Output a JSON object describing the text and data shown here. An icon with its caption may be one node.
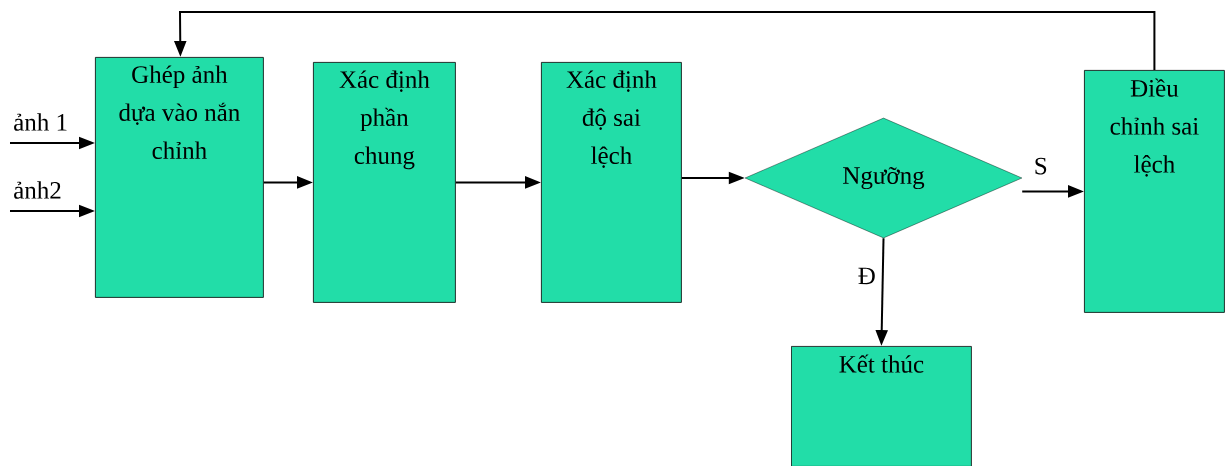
{
  "diagram": {
    "nodes": [
      {
        "text": [
          "ảnh 1"
        ]
      },
      {
        "text": [
          "ảnh2"
        ]
      },
      {
        "text": [
          "Ghép ảnh dựa vào nắn chỉnh"
        ]
      },
      {
        "text": [
          "Xác định phần chung"
        ]
      },
      {
        "text": [
          "Xác định độ sai lệch"
        ]
      },
      {
        "text": [
          "Ngưỡng"
        ]
      },
      {
        "text": [
          "Điều chỉnh sai lệch"
        ]
      },
      {
        "text": [
          "Kết thúc"
        ]
      }
    ],
    "edges": [
      {
        "from": 0,
        "to": 2,
        "arrow": "to"
      },
      {
        "from": 1,
        "to": 2,
        "arrow": "to"
      },
      {
        "from": 2,
        "to": 3,
        "arrow": "to"
      },
      {
        "from": 3,
        "to": 4,
        "arrow": "to"
      },
      {
        "from": 4,
        "to": 5,
        "arrow": "to"
      },
      {
        "from": 5,
        "to": 6,
        "label": "S",
        "arrow": "to"
      },
      {
        "from": 5,
        "to": 7,
        "label": "Đ",
        "arrow": "to"
      },
      {
        "from": 6,
        "to": 2,
        "arrow": "to"
      }
    ]
  }
}
